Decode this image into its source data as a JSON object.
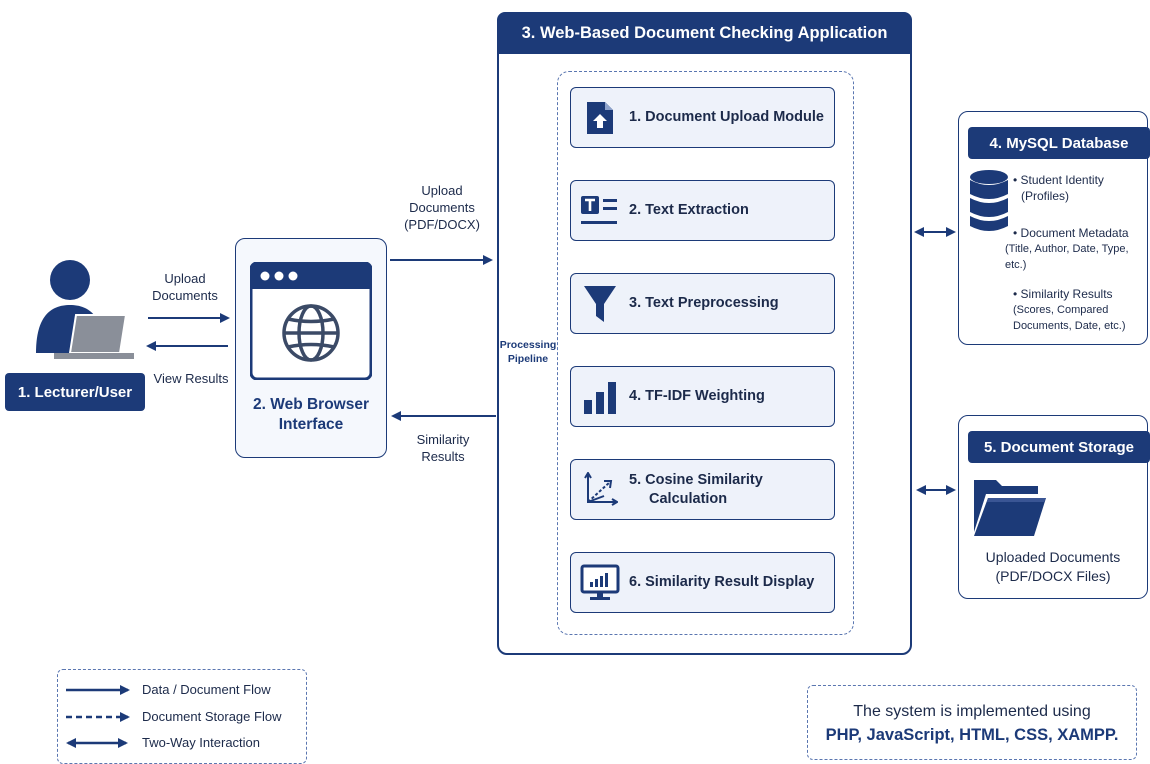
{
  "user": {
    "label": "1. Lecturer/User",
    "upload_label": [
      "Upload",
      "Documents"
    ],
    "view_results_label": "View Results"
  },
  "browser": {
    "label": [
      "2. Web Browser",
      "Interface"
    ]
  },
  "flows": {
    "upload_to_app": [
      "Upload",
      "Documents",
      "(PDF/DOCX)"
    ],
    "results_to_browser": [
      "Similarity",
      "Results"
    ]
  },
  "app": {
    "title": "3. Web-Based Document Checking Application",
    "pipeline_label": [
      "Processing",
      "Pipeline"
    ],
    "steps": [
      {
        "label": [
          "1. Document Upload Module"
        ],
        "icon": "upload-file-icon"
      },
      {
        "label": [
          "2. Text Extraction"
        ],
        "icon": "text-extraction-icon"
      },
      {
        "label": [
          "3. Text Preprocessing"
        ],
        "icon": "funnel-icon"
      },
      {
        "label": [
          "4. TF-IDF Weighting"
        ],
        "icon": "bar-chart-icon"
      },
      {
        "label": [
          "5. Cosine Similarity",
          "Calculation"
        ],
        "icon": "vector-axes-icon"
      },
      {
        "label": [
          "6. Similarity Result Display"
        ],
        "icon": "monitor-chart-icon"
      }
    ]
  },
  "database": {
    "title": "4. MySQL Database",
    "items": [
      [
        "• Student Identity",
        "(Profiles)"
      ],
      [
        "• Document Metadata",
        "(Title, Author, Date, Type,",
        "etc.)"
      ],
      [
        "• Similarity Results",
        "(Scores, Compared",
        "Documents, Date, etc.)"
      ]
    ]
  },
  "storage": {
    "title": "5. Document Storage",
    "caption": [
      "Uploaded Documents",
      "(PDF/DOCX Files)"
    ]
  },
  "legend": {
    "items": [
      "Data / Document Flow",
      "Document Storage Flow",
      "Two-Way Interaction"
    ]
  },
  "note": {
    "line1": "The system is implemented using",
    "line2": "PHP, JavaScript, HTML, CSS, XAMPP."
  },
  "colors": {
    "primary": "#1c3a78",
    "step_fill": "#eef2fa",
    "dashed": "#5a76b0"
  }
}
